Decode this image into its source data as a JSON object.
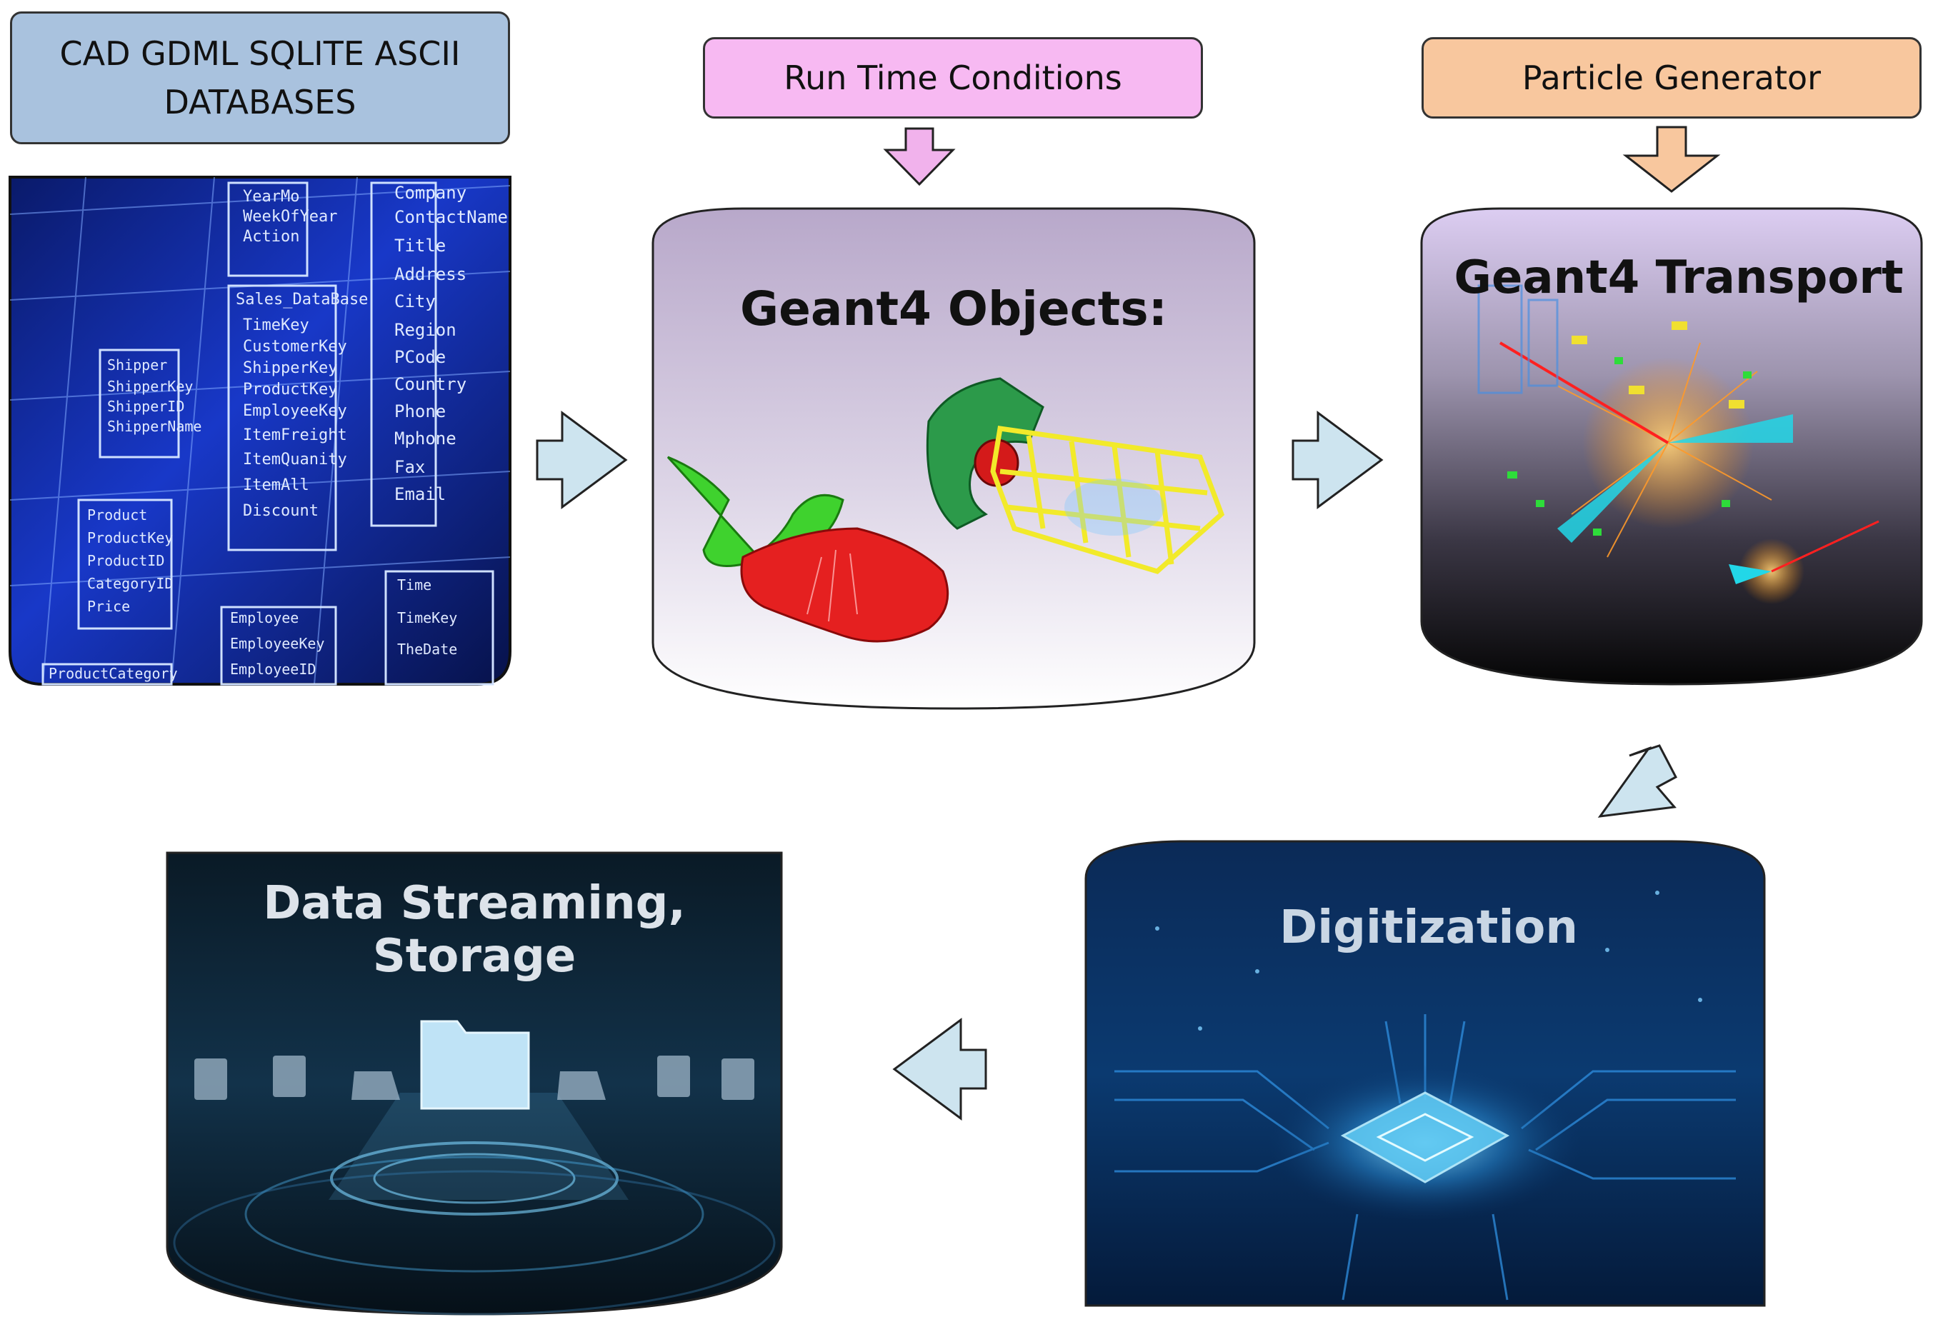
{
  "boxes": {
    "databases": "CAD GDML SQLITE ASCII\nDATABASES",
    "run_time": "Run Time Conditions",
    "particle_gen": "Particle Generator"
  },
  "cylinders": {
    "geant4_objects": "Geant4 Objects:",
    "geant4_transport": "Geant4 Transport",
    "digitization": "Digitization",
    "data_streaming": "Data Streaming, Storage"
  },
  "database_table_labels": {
    "col1": [
      "YearMo",
      "WeekOfYear",
      "Action",
      "Sales_DataBase",
      "TimeKey",
      "CustomerKey",
      "ShipperKey",
      "ProductKey",
      "EmployeeKey",
      "ItemFreight",
      "ItemQuanity",
      "ItemAll",
      "Discount"
    ],
    "col2": [
      "Company",
      "ContactName",
      "Title",
      "Address",
      "City",
      "Region",
      "PCode",
      "Country",
      "Phone",
      "Mphone",
      "Fax",
      "Email"
    ],
    "col3": [
      "Shipper",
      "ShipperKey",
      "ShipperID",
      "ShipperName"
    ],
    "col4": [
      "Product",
      "ProductKey",
      "ProductID",
      "CategoryID",
      "Price"
    ],
    "col5": [
      "Employee",
      "EmployeeKey",
      "EmployeeID"
    ],
    "col6": [
      "Time",
      "TimeKey",
      "TheDate"
    ],
    "col7": [
      "ProductCategory"
    ]
  },
  "colors": {
    "db_box": "#a9c2de",
    "run_time_box": "#f7b9f2",
    "particle_box": "#f8c79e",
    "flow_arrow": "#cde4ef"
  }
}
